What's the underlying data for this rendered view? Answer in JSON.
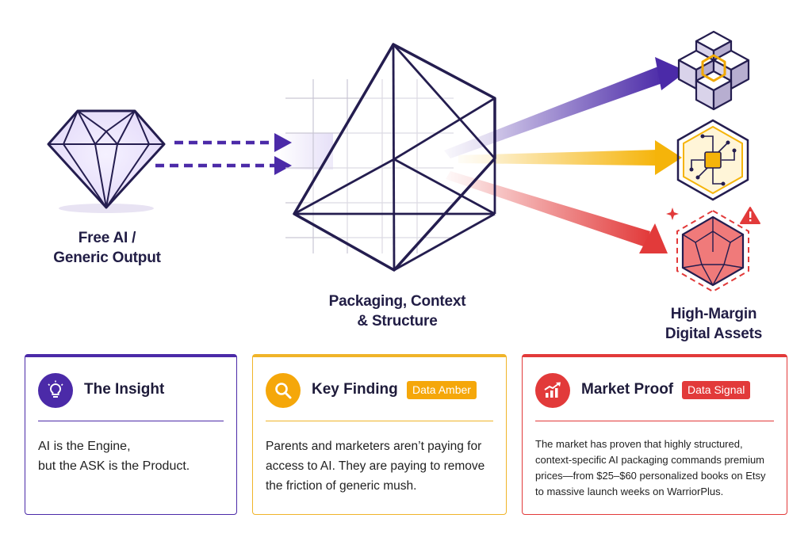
{
  "nodes": {
    "source": {
      "line1": "Free AI /",
      "line2": "Generic Output"
    },
    "transform": {
      "line1": "Packaging, Context",
      "line2": "& Structure"
    },
    "output": {
      "line1": "High-Margin",
      "line2": "Digital Assets"
    }
  },
  "cards": {
    "insight": {
      "title": "The Insight",
      "icon": "lightbulb-icon",
      "lines": [
        "AI is the Engine,",
        "but the ASK is the Product."
      ]
    },
    "finding": {
      "title": "Key Finding",
      "badge": "Data Amber",
      "icon": "magnifier-icon",
      "lines": [
        "Parents and marketers aren’t paying for",
        "access to AI. They are paying to remove",
        "the friction of generic mush."
      ]
    },
    "proof": {
      "title": "Market Proof",
      "badge": "Data Signal",
      "icon": "trending-chart-icon",
      "lines": [
        "The market has proven that highly structured,",
        "context-specific AI packaging commands premium",
        "prices—from $25–$60 personalized books on Etsy",
        "to massive launch weeks on WarriorPlus."
      ]
    }
  },
  "colors": {
    "purple": "#4b2aa8",
    "amber": "#f5b40a",
    "red": "#e23a3a",
    "navy": "#211d45"
  }
}
